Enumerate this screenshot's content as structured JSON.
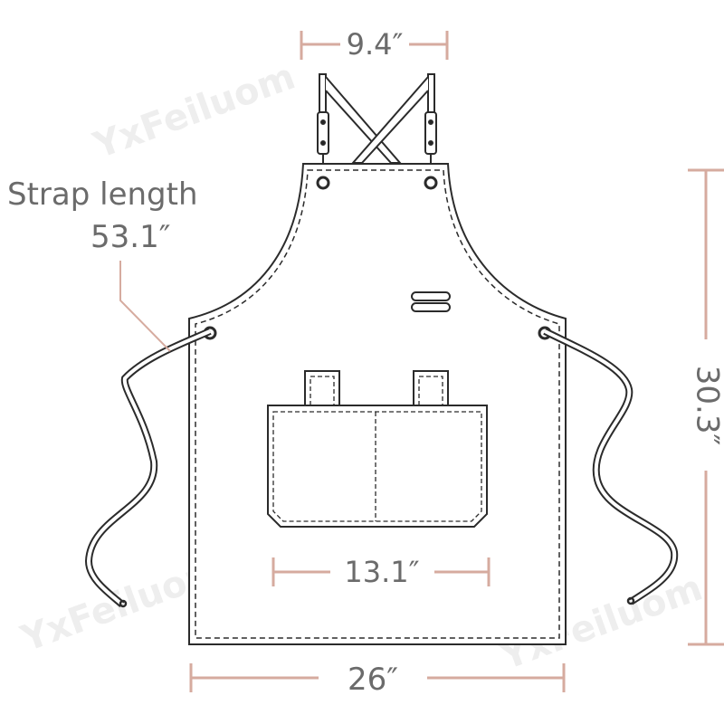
{
  "watermark": "YxFeiluom",
  "dimensions": {
    "top_width": "9.4″",
    "strap_label": "Strap length",
    "strap_length": "53.1″",
    "length": "30.3″",
    "pocket_width": "13.1″",
    "bottom_width": "26″"
  },
  "colors": {
    "dimension_line": "#d6ab9f",
    "outline": "#2b2b2b",
    "text": "#6b6b6b"
  }
}
